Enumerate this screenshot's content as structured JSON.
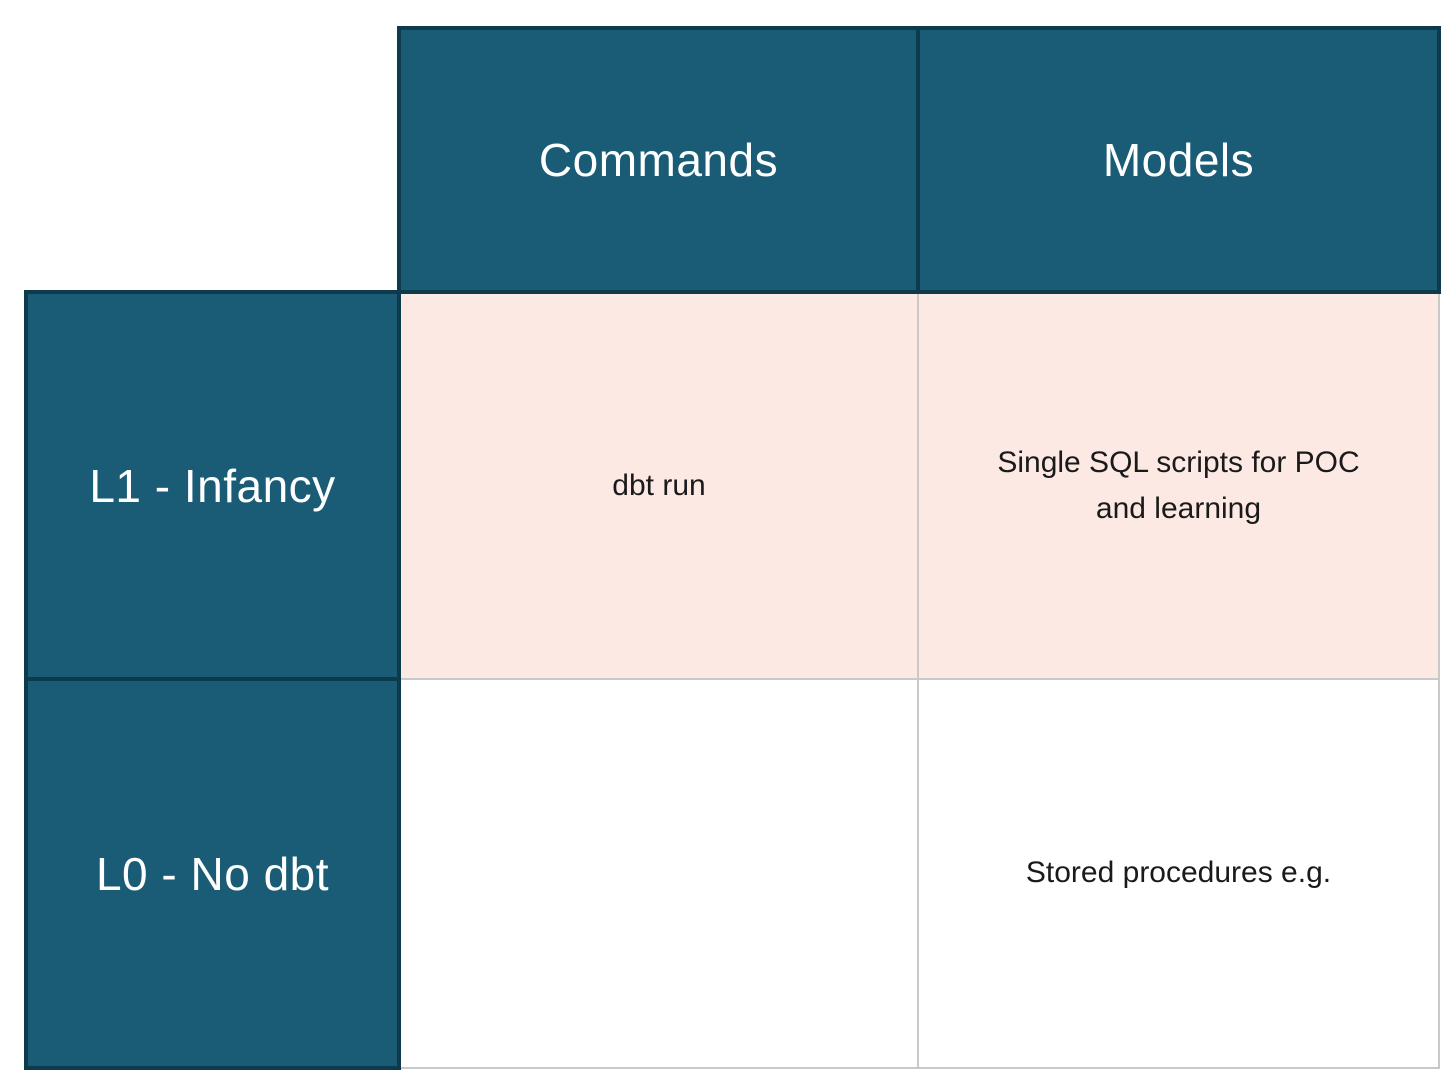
{
  "matrix_table": {
    "corner_label": "",
    "column_headers": [
      "Commands",
      "Models"
    ],
    "rows": [
      {
        "label": "L1 - Infancy",
        "highlighted": true,
        "cells": [
          "dbt run",
          "Single SQL scripts for POC and learning"
        ]
      },
      {
        "label": "L0 - No dbt",
        "highlighted": false,
        "cells": [
          "",
          "Stored procedures e.g."
        ]
      }
    ],
    "colors": {
      "header_bg": "#1A5C75",
      "header_border": "#0D3B4C",
      "header_text": "#FFFFFF",
      "highlight_row_bg": "#FCE9E4",
      "grid_line": "#C9C9C9",
      "body_text": "#1A1A1A"
    }
  }
}
